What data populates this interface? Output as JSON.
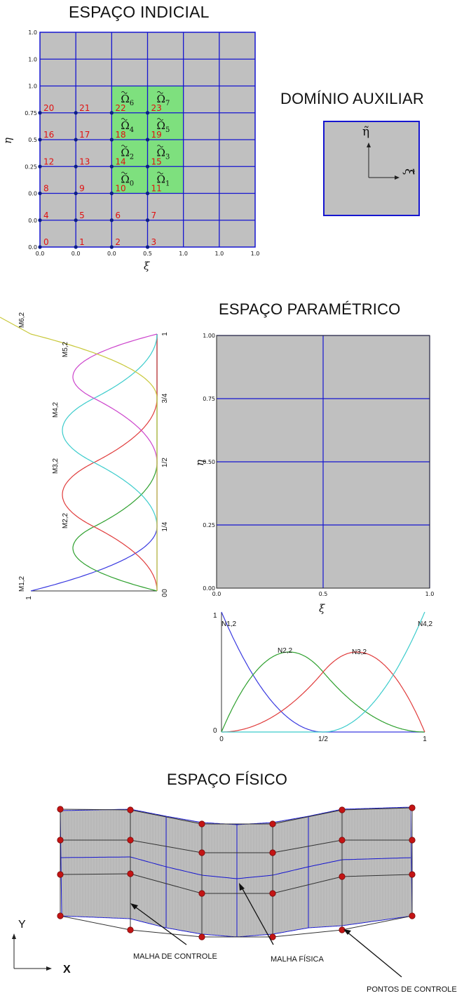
{
  "titles": {
    "indicial": "ESPAÇO INDICIAL",
    "auxiliar": "DOMÍNIO AUXILIAR",
    "parametrico": "ESPAÇO PARAMÉTRICO",
    "fisico": "ESPAÇO FÍSICO"
  },
  "colors": {
    "grid_fill": "#c0c0c0",
    "grid_line": "#1515d0",
    "highlight": "#7ee07e",
    "node_label": "#e01010",
    "control_point": "#c41414"
  },
  "indicial": {
    "y_ticks": [
      "1.0",
      "1.0",
      "1.0",
      "0.75",
      "0.5",
      "0.25",
      "0.0",
      "0.0",
      "0.0"
    ],
    "x_ticks": [
      "0.0",
      "0.0",
      "0.0",
      "0.5",
      "1.0",
      "1.0",
      "1.0"
    ],
    "x_label": "ξ",
    "y_label": "η",
    "node_numbers": [
      "0",
      "1",
      "2",
      "3",
      "4",
      "5",
      "6",
      "7",
      "8",
      "9",
      "10",
      "11",
      "12",
      "13",
      "14",
      "15",
      "16",
      "17",
      "18",
      "19",
      "20",
      "21",
      "22",
      "23"
    ],
    "elements": [
      "Ω0",
      "Ω1",
      "Ω2",
      "Ω3",
      "Ω4",
      "Ω5",
      "Ω6",
      "Ω7"
    ]
  },
  "auxiliar": {
    "eta_label": "η̃",
    "xi_label": "ξ̃"
  },
  "parametrico": {
    "y_ticks": [
      "1.00",
      "0.75",
      "0.50",
      "0.25",
      "0.00"
    ],
    "x_ticks": [
      "0.0",
      "0.5",
      "1.0"
    ],
    "x_label": "ξ",
    "y_label": "η"
  },
  "basis_eta": {
    "labels": [
      "M1,2",
      "M2,2",
      "M3,2",
      "M4,2",
      "M5,2",
      "M6,2"
    ],
    "axis_ticks": [
      "0",
      "1/4",
      "1/2",
      "3/4",
      "1"
    ],
    "value_ticks": [
      "1",
      "0"
    ]
  },
  "basis_xi": {
    "labels": [
      "N1,2",
      "N2,2",
      "N3,2",
      "N4,2"
    ],
    "x_ticks": [
      "0",
      "1/2",
      "1"
    ],
    "y_ticks": [
      "1",
      "0"
    ]
  },
  "fisico": {
    "axis_y": "Y",
    "axis_x": "X",
    "annotations": [
      "MALHA DE CONTROLE",
      "MALHA FÍSICA",
      "PONTOS  DE CONTROLE"
    ]
  }
}
